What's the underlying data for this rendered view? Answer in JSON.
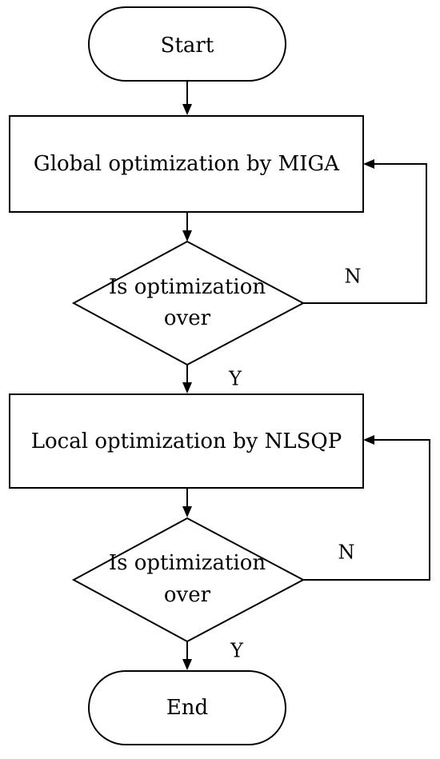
{
  "nodes": {
    "start": "Start",
    "global": "Global optimization by MIGA",
    "decision1": {
      "line1": "Is optimization",
      "line2": "over"
    },
    "local": "Local optimization by NLSQP",
    "decision2": {
      "line1": "Is optimization",
      "line2": "over"
    },
    "end": "End"
  },
  "edges": {
    "d1_no": "N",
    "d1_yes": "Y",
    "d2_no": "N",
    "d2_yes": "Y"
  }
}
